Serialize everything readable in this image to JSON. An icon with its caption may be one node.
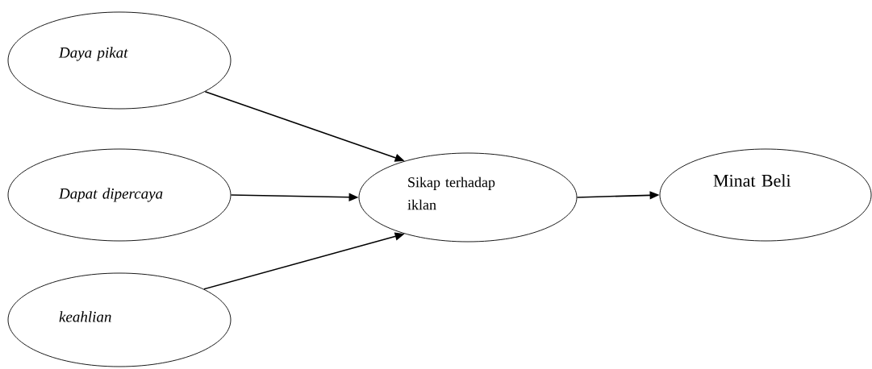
{
  "diagram": {
    "nodes": [
      {
        "text": [
          "*Daya pikat*"
        ]
      },
      {
        "text": [
          "*Dapat dipercaya*"
        ]
      },
      {
        "text": [
          "*keahlian*"
        ]
      },
      {
        "text": [
          "Sikap terhadap iklan"
        ]
      },
      {
        "text": [
          "Minat Beli"
        ]
      }
    ],
    "edges": [
      {
        "from": 0,
        "to": 3,
        "arrow": "to"
      },
      {
        "from": 1,
        "to": 3,
        "arrow": "to"
      },
      {
        "from": 2,
        "to": 3,
        "arrow": "to"
      },
      {
        "from": 3,
        "to": 4,
        "arrow": "to"
      }
    ]
  }
}
